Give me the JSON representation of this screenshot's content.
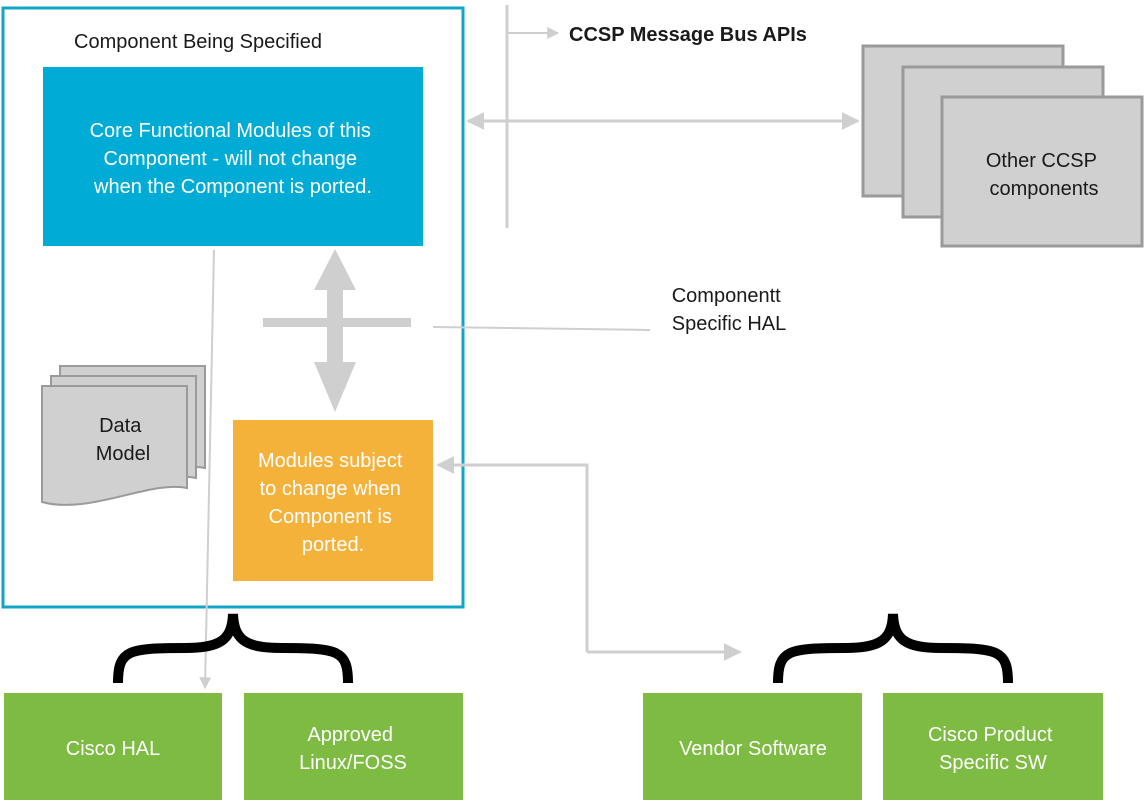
{
  "component": {
    "title": "Component Being Specified",
    "core_modules": [
      "Core Functional Modules of this",
      "Component - will not change",
      "when the Component is ported."
    ],
    "changeable_modules": [
      "Modules subject",
      "to change when",
      "Component is",
      "ported."
    ],
    "data_model": [
      "Data",
      "Model"
    ]
  },
  "bus": {
    "label": "CCSP Message Bus APIs"
  },
  "other_components": [
    "Other CCSP",
    "components"
  ],
  "hal_label": [
    "Componentt",
    "Specific HAL"
  ],
  "platform_boxes": {
    "cisco_hal": [
      "Cisco HAL"
    ],
    "approved_foss": [
      "Approved",
      "Linux/FOSS"
    ],
    "vendor_software": [
      "Vendor Software"
    ],
    "cisco_product_sw": [
      "Cisco Product",
      "Specific SW"
    ]
  },
  "colors": {
    "frame": "#13a5c8",
    "core": "#00acd6",
    "changeable": "#f5b23b",
    "green": "#7dbb42",
    "gray_box": "#d0d0d0",
    "gray_border": "#9a9a9a",
    "connector": "#cfcfcf"
  }
}
